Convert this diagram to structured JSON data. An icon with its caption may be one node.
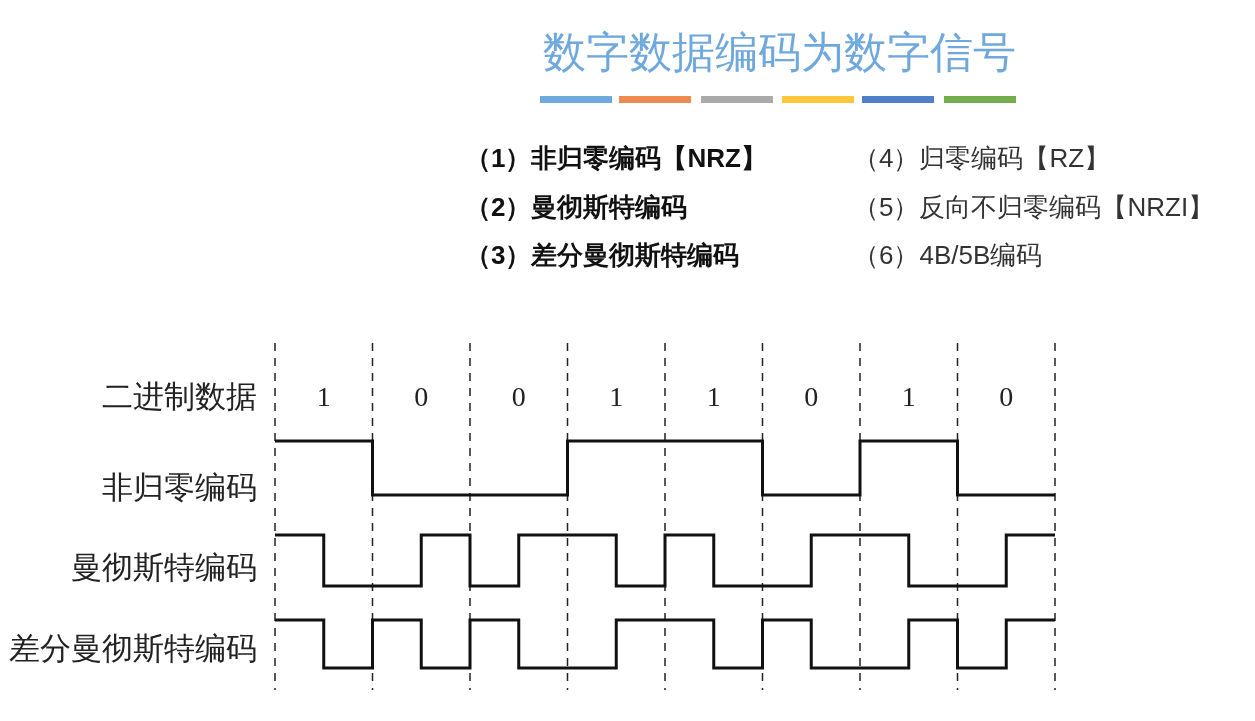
{
  "diagram": {
    "title": "数字数据编码为数字信号",
    "labels": [
      "（1）非归零编码【NRZ】",
      "（2）曼彻斯特编码",
      "（3）差分曼彻斯特编码",
      "（4）归零编码【RZ】",
      "（5）反向不归零编码【NRZI】",
      "（6）4B/5B编码",
      "二进制数据",
      "1",
      "0",
      "0",
      "1",
      "1",
      "0",
      "1",
      "0",
      "非归零编码",
      "曼彻斯特编码",
      "差分曼彻斯特编码"
    ]
  }
}
